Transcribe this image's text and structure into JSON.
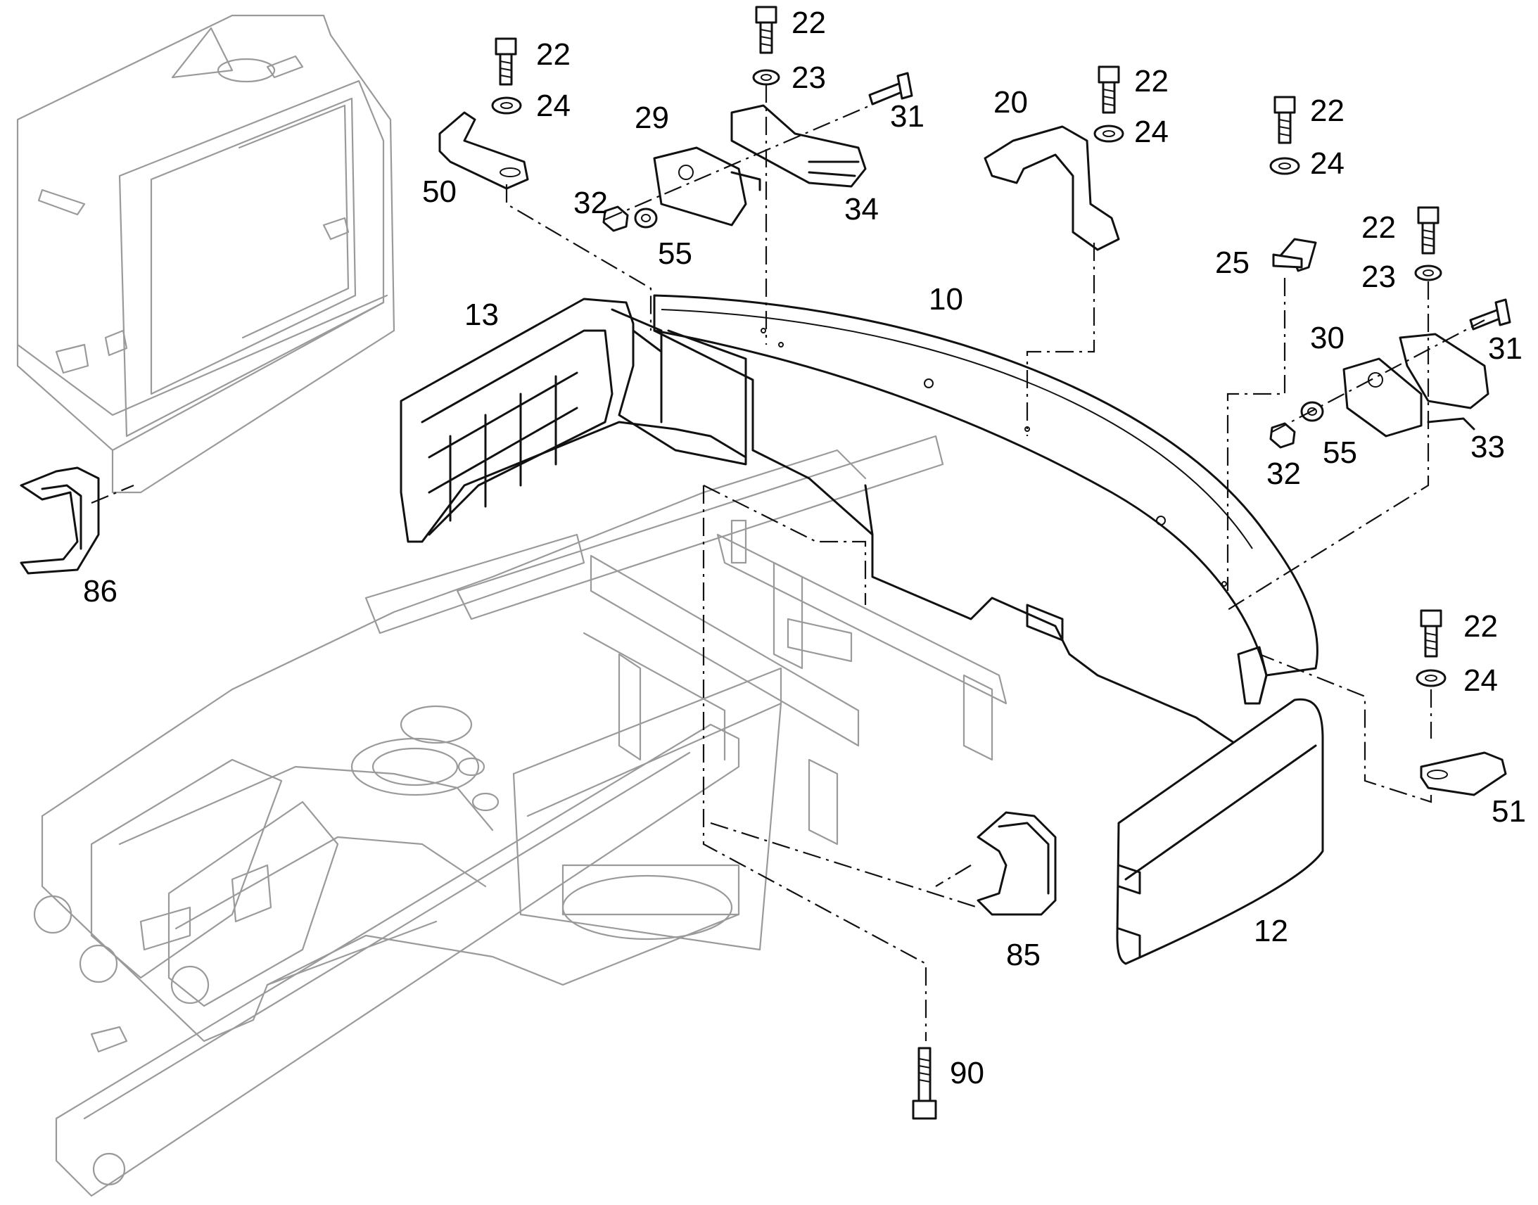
{
  "diagram": {
    "labels": {
      "n22_a": "22",
      "n22_b": "22",
      "n22_c": "22",
      "n22_d": "22",
      "n22_e": "22",
      "n22_f": "22",
      "n24_a": "24",
      "n24_b": "24",
      "n24_c": "24",
      "n24_d": "24",
      "n23_a": "23",
      "n23_b": "23",
      "n31_a": "31",
      "n31_b": "31",
      "n29": "29",
      "n50": "50",
      "n32_a": "32",
      "n32_b": "32",
      "n55_a": "55",
      "n55_b": "55",
      "n34": "34",
      "n20": "20",
      "n25": "25",
      "n30": "30",
      "n33": "33",
      "n10": "10",
      "n13": "13",
      "n86": "86",
      "n51": "51",
      "n12": "12",
      "n85": "85",
      "n90": "90"
    },
    "icons": [
      "hex-bolt-icon",
      "flat-washer-icon",
      "nut-icon",
      "countersunk-screw-icon",
      "bracket-icon",
      "latch-icon",
      "handle-icon",
      "side-cover-icon",
      "counterweight-icon",
      "frame-icon"
    ]
  }
}
